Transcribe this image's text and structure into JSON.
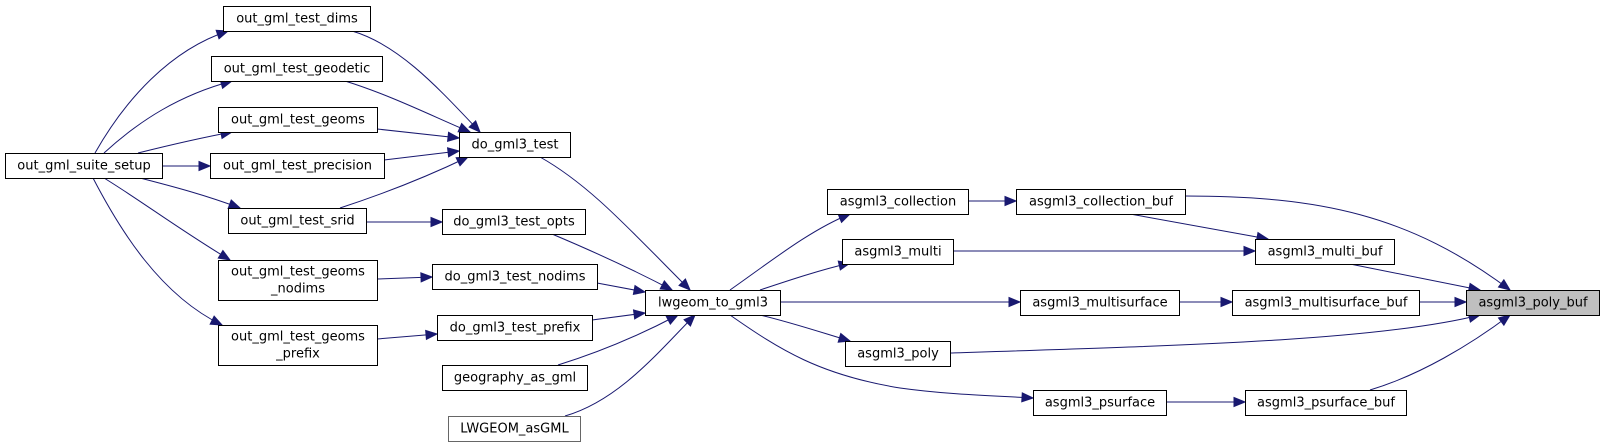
{
  "diagram": {
    "type": "call-graph",
    "focus_node": "asgml3_poly_buf",
    "colors": {
      "edge": "#191970",
      "node_border": "#000000",
      "focus_fill": "#bfbfbf",
      "node_fill": "#ffffff"
    },
    "nodes": [
      {
        "id": "out_gml_suite_setup",
        "lines": [
          "out_gml_suite_setup"
        ]
      },
      {
        "id": "out_gml_test_dims",
        "lines": [
          "out_gml_test_dims"
        ]
      },
      {
        "id": "out_gml_test_geodetic",
        "lines": [
          "out_gml_test_geodetic"
        ]
      },
      {
        "id": "out_gml_test_geoms",
        "lines": [
          "out_gml_test_geoms"
        ]
      },
      {
        "id": "out_gml_test_precision",
        "lines": [
          "out_gml_test_precision"
        ]
      },
      {
        "id": "out_gml_test_srid",
        "lines": [
          "out_gml_test_srid"
        ]
      },
      {
        "id": "out_gml_test_geoms_nodims",
        "lines": [
          "out_gml_test_geoms",
          "_nodims"
        ]
      },
      {
        "id": "out_gml_test_geoms_prefix",
        "lines": [
          "out_gml_test_geoms",
          "_prefix"
        ]
      },
      {
        "id": "do_gml3_test",
        "lines": [
          "do_gml3_test"
        ]
      },
      {
        "id": "do_gml3_test_opts",
        "lines": [
          "do_gml3_test_opts"
        ]
      },
      {
        "id": "do_gml3_test_nodims",
        "lines": [
          "do_gml3_test_nodims"
        ]
      },
      {
        "id": "do_gml3_test_prefix",
        "lines": [
          "do_gml3_test_prefix"
        ]
      },
      {
        "id": "geography_as_gml",
        "lines": [
          "geography_as_gml"
        ]
      },
      {
        "id": "LWGEOM_asGML",
        "lines": [
          "LWGEOM_asGML"
        ]
      },
      {
        "id": "lwgeom_to_gml3",
        "lines": [
          "lwgeom_to_gml3"
        ]
      },
      {
        "id": "asgml3_collection",
        "lines": [
          "asgml3_collection"
        ]
      },
      {
        "id": "asgml3_multi",
        "lines": [
          "asgml3_multi"
        ]
      },
      {
        "id": "asgml3_poly",
        "lines": [
          "asgml3_poly"
        ]
      },
      {
        "id": "asgml3_psurface",
        "lines": [
          "asgml3_psurface"
        ]
      },
      {
        "id": "asgml3_collection_buf",
        "lines": [
          "asgml3_collection_buf"
        ]
      },
      {
        "id": "asgml3_multisurface",
        "lines": [
          "asgml3_multisurface"
        ]
      },
      {
        "id": "asgml3_multi_buf",
        "lines": [
          "asgml3_multi_buf"
        ]
      },
      {
        "id": "asgml3_multisurface_buf",
        "lines": [
          "asgml3_multisurface_buf"
        ]
      },
      {
        "id": "asgml3_psurface_buf",
        "lines": [
          "asgml3_psurface_buf"
        ]
      },
      {
        "id": "asgml3_poly_buf",
        "lines": [
          "asgml3_poly_buf"
        ],
        "focus": true
      }
    ],
    "edges": [
      {
        "from": "out_gml_suite_setup",
        "to": "out_gml_test_dims"
      },
      {
        "from": "out_gml_suite_setup",
        "to": "out_gml_test_geodetic"
      },
      {
        "from": "out_gml_suite_setup",
        "to": "out_gml_test_geoms"
      },
      {
        "from": "out_gml_suite_setup",
        "to": "out_gml_test_precision"
      },
      {
        "from": "out_gml_suite_setup",
        "to": "out_gml_test_srid"
      },
      {
        "from": "out_gml_suite_setup",
        "to": "out_gml_test_geoms_nodims"
      },
      {
        "from": "out_gml_suite_setup",
        "to": "out_gml_test_geoms_prefix"
      },
      {
        "from": "out_gml_test_dims",
        "to": "do_gml3_test"
      },
      {
        "from": "out_gml_test_geodetic",
        "to": "do_gml3_test"
      },
      {
        "from": "out_gml_test_geoms",
        "to": "do_gml3_test"
      },
      {
        "from": "out_gml_test_precision",
        "to": "do_gml3_test"
      },
      {
        "from": "out_gml_test_srid",
        "to": "do_gml3_test"
      },
      {
        "from": "out_gml_test_srid",
        "to": "do_gml3_test_opts"
      },
      {
        "from": "out_gml_test_geoms_nodims",
        "to": "do_gml3_test_nodims"
      },
      {
        "from": "out_gml_test_geoms_prefix",
        "to": "do_gml3_test_prefix"
      },
      {
        "from": "do_gml3_test",
        "to": "lwgeom_to_gml3"
      },
      {
        "from": "do_gml3_test_opts",
        "to": "lwgeom_to_gml3"
      },
      {
        "from": "do_gml3_test_nodims",
        "to": "lwgeom_to_gml3"
      },
      {
        "from": "do_gml3_test_prefix",
        "to": "lwgeom_to_gml3"
      },
      {
        "from": "geography_as_gml",
        "to": "lwgeom_to_gml3"
      },
      {
        "from": "LWGEOM_asGML",
        "to": "lwgeom_to_gml3"
      },
      {
        "from": "lwgeom_to_gml3",
        "to": "asgml3_collection"
      },
      {
        "from": "lwgeom_to_gml3",
        "to": "asgml3_multi"
      },
      {
        "from": "lwgeom_to_gml3",
        "to": "asgml3_multisurface"
      },
      {
        "from": "lwgeom_to_gml3",
        "to": "asgml3_poly"
      },
      {
        "from": "lwgeom_to_gml3",
        "to": "asgml3_psurface"
      },
      {
        "from": "asgml3_collection",
        "to": "asgml3_collection_buf"
      },
      {
        "from": "asgml3_collection_buf",
        "to": "asgml3_multi_buf"
      },
      {
        "from": "asgml3_collection_buf",
        "to": "asgml3_poly_buf"
      },
      {
        "from": "asgml3_multi",
        "to": "asgml3_multi_buf"
      },
      {
        "from": "asgml3_multisurface",
        "to": "asgml3_multisurface_buf"
      },
      {
        "from": "asgml3_multi_buf",
        "to": "asgml3_poly_buf"
      },
      {
        "from": "asgml3_multisurface_buf",
        "to": "asgml3_poly_buf"
      },
      {
        "from": "asgml3_poly",
        "to": "asgml3_poly_buf"
      },
      {
        "from": "asgml3_psurface",
        "to": "asgml3_psurface_buf"
      },
      {
        "from": "asgml3_psurface_buf",
        "to": "asgml3_poly_buf"
      }
    ]
  }
}
